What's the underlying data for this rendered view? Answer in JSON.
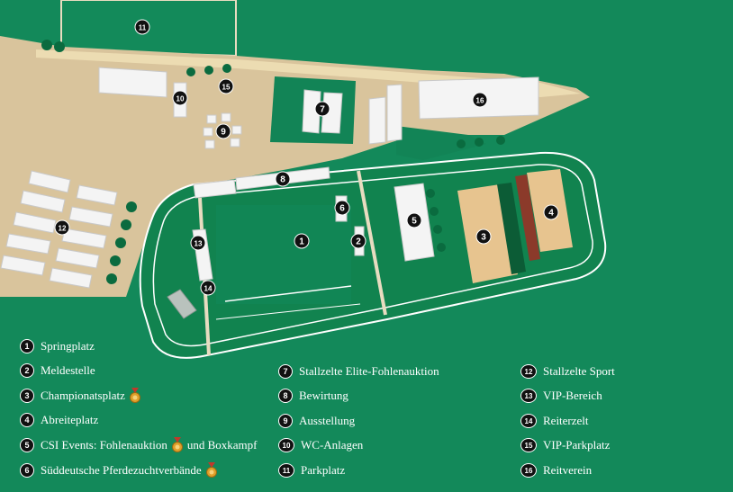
{
  "colors": {
    "grass": "#13895a",
    "grass_dark": "#0f7a4f",
    "sand": "#d9c49c",
    "sand_light": "#e9d7ae",
    "arena_sand": "#e7c48f",
    "building": "#f2f2f2",
    "track_line": "#ffffff",
    "marker": "#111111",
    "medal_gold": "#e0a02a",
    "medal_red": "#c0392b"
  },
  "legend": [
    {
      "num": "1",
      "label": "Springplatz",
      "medal": false
    },
    {
      "num": "2",
      "label": "Meldestelle",
      "medal": false
    },
    {
      "num": "3",
      "label": "Championatsplatz",
      "medal": true
    },
    {
      "num": "4",
      "label": "Abreiteplatz",
      "medal": false
    },
    {
      "num": "5",
      "label": "CSI Events: Fohlenauktion",
      "medal": true,
      "suffix": "und Boxkampf"
    },
    {
      "num": "6",
      "label": "Süddeutsche Pferdezuchtverbände",
      "medal": true
    },
    {
      "num": "7",
      "label": "Stallzelte Elite-Fohlenauktion",
      "medal": false
    },
    {
      "num": "8",
      "label": "Bewirtung",
      "medal": false
    },
    {
      "num": "9",
      "label": "Ausstellung",
      "medal": false
    },
    {
      "num": "10",
      "label": "WC-Anlagen",
      "medal": false
    },
    {
      "num": "11",
      "label": "Parkplatz",
      "medal": false
    },
    {
      "num": "12",
      "label": "Stallzelte Sport",
      "medal": false
    },
    {
      "num": "13",
      "label": "VIP-Bereich",
      "medal": false
    },
    {
      "num": "14",
      "label": "Reiterzelt",
      "medal": false
    },
    {
      "num": "15",
      "label": "VIP-Parkplatz",
      "medal": false
    },
    {
      "num": "16",
      "label": "Reitverein",
      "medal": false
    }
  ],
  "markers": [
    "1",
    "2",
    "3",
    "4",
    "5",
    "6",
    "7",
    "8",
    "9",
    "10",
    "11",
    "12",
    "13",
    "14",
    "15",
    "16"
  ]
}
